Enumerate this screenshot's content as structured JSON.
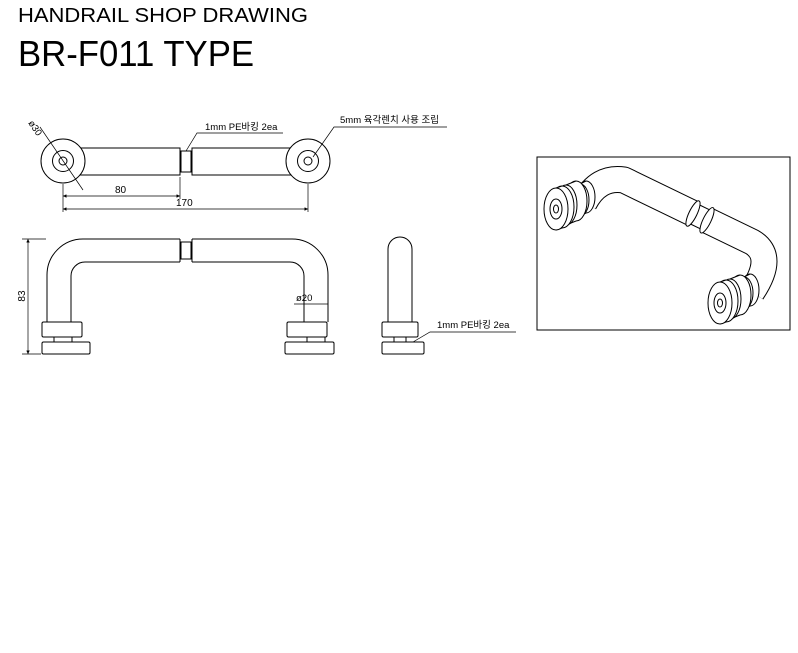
{
  "header": {
    "subtitle": "HANDRAIL SHOP DRAWING",
    "title": "BR-F011 TYPE"
  },
  "plan_view": {
    "diameter_label": "ø30",
    "packing_note": "1mm PE바킹 2ea",
    "assembly_note": "5mm 육각렌치 사용 조립",
    "dim_half": "80",
    "dim_total": "170"
  },
  "front_view": {
    "height_dim": "83",
    "tube_diameter": "ø20"
  },
  "side_view": {
    "packing_note": "1mm PE바킹 2ea"
  }
}
